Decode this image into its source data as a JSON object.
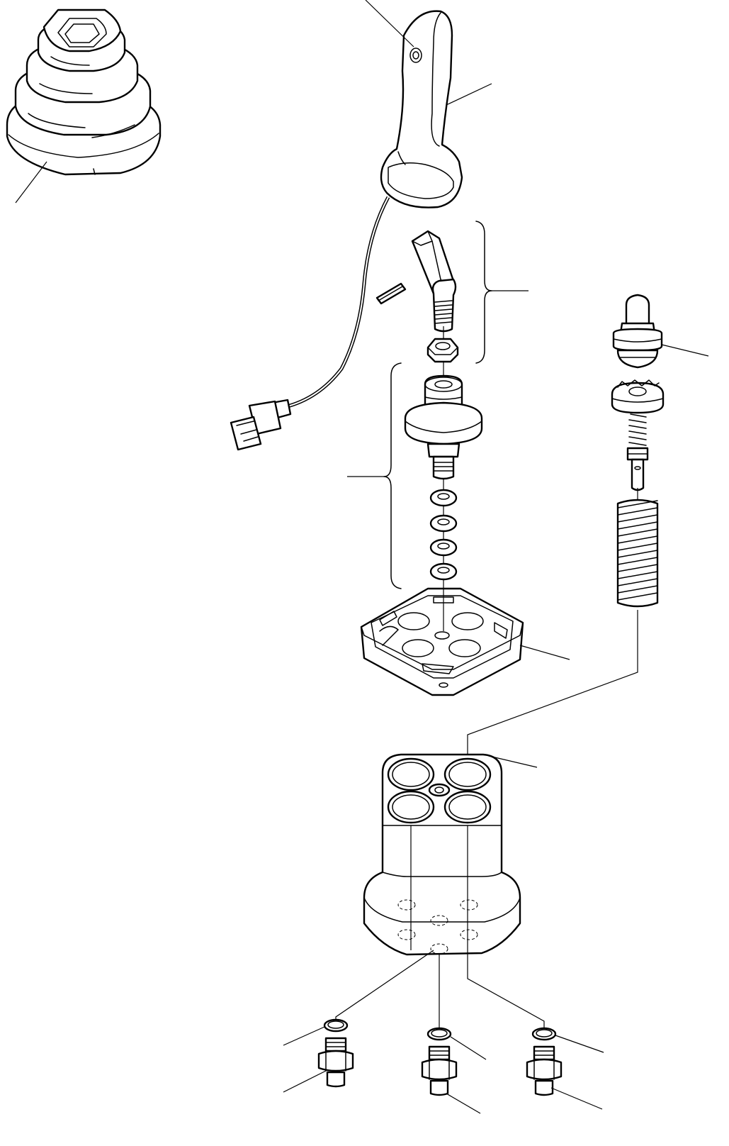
{
  "drawing": {
    "title": "",
    "labels": []
  },
  "parts": [
    "boot",
    "grip",
    "cable",
    "connector",
    "pin",
    "lever",
    "nut",
    "joint",
    "washers",
    "plate",
    "plunger",
    "spring",
    "body",
    "o-rings",
    "fittings"
  ]
}
